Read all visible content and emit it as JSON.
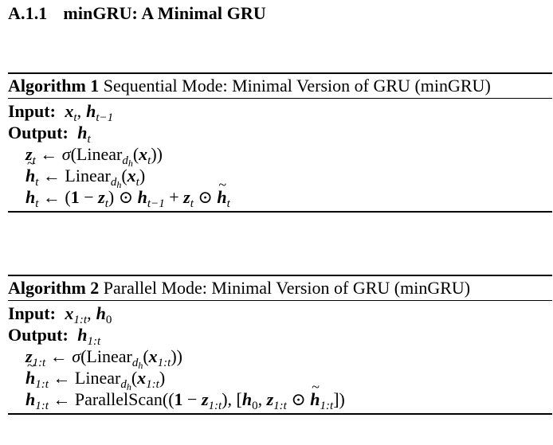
{
  "section": {
    "number": "A.1.1",
    "title": "minGRU: A Minimal GRU"
  },
  "algorithms": [
    {
      "label": "Algorithm 1",
      "title": "Sequential Mode: Minimal Version of GRU (minGRU)",
      "input_kw": "Input:",
      "output_kw": "Output:",
      "sub_t": "t",
      "sub_tm1": "t−1",
      "sub_dh": "d",
      "sub_h": "h",
      "linear": "Linear",
      "sigma": "σ",
      "one": "1"
    },
    {
      "label": "Algorithm 2",
      "title": "Parallel Mode: Minimal Version of GRU (minGRU)",
      "input_kw": "Input:",
      "output_kw": "Output:",
      "sub_seq": "1:t",
      "sub_0": "0",
      "sub_dh": "d",
      "sub_h": "h",
      "linear": "Linear",
      "sigma": "σ",
      "one": "1",
      "scan": "ParallelScan"
    }
  ]
}
